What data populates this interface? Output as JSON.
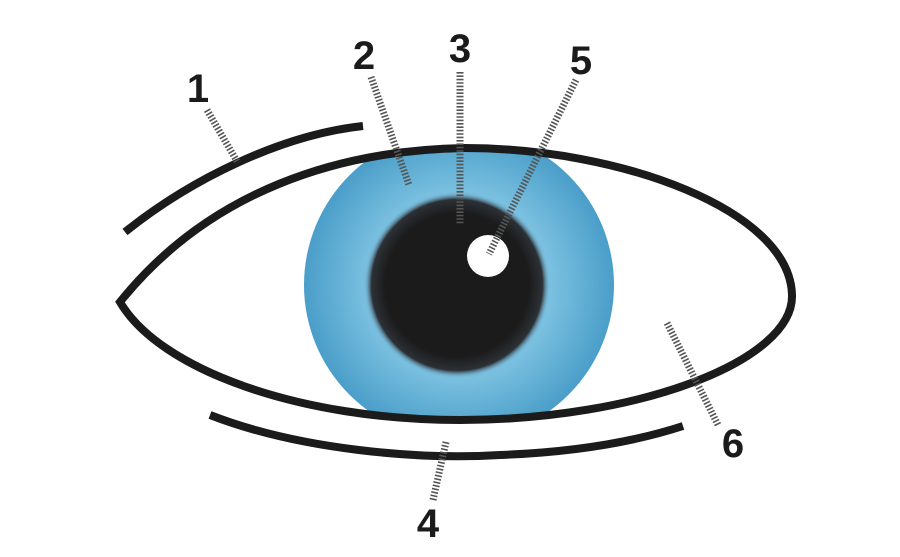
{
  "diagram": {
    "subject": "eye",
    "labels": [
      "1",
      "2",
      "3",
      "4",
      "5",
      "6"
    ],
    "colors": {
      "outline": "#1b1b1b",
      "iris_outer": "#4a9ec9",
      "iris_inner": "#7cc0e0",
      "pupil": "#1b1b1b",
      "highlight": "#ffffff",
      "leader": "#555555"
    }
  }
}
